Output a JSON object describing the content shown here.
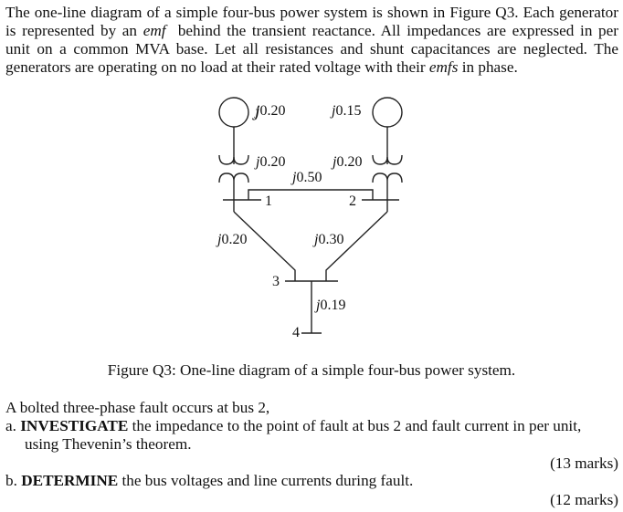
{
  "intro": {
    "lines": [
      "The one-line diagram of a simple four-bus power system is shown in Figure Q3. Each generator",
      "is represented by an",
      "emf",
      "behind the transient reactance. All impedances are expressed in per",
      "unit on a common MVA base. Let all resistances and shunt capacitances are neglected. The",
      "generators are operating on no load at their rated voltage with their",
      "emfs",
      "in phase."
    ]
  },
  "diagram": {
    "generators": [
      {
        "id": "G1",
        "bus": "1",
        "reactance": "j0.20",
        "transformer": "j0.20"
      },
      {
        "id": "G2",
        "bus": "2",
        "reactance": "j0.15",
        "transformer": "j0.20"
      }
    ],
    "buses": [
      "1",
      "2",
      "3",
      "4"
    ],
    "lines": [
      {
        "from": "1",
        "to": "2",
        "impedance": "j0.50"
      },
      {
        "from": "1",
        "to": "3",
        "impedance": "j0.20"
      },
      {
        "from": "2",
        "to": "3",
        "impedance": "j0.30"
      },
      {
        "from": "3",
        "to": "4",
        "impedance": "j0.19"
      }
    ],
    "labels": {
      "g1_x": "j0.20",
      "g2_x": "j0.15",
      "t1_x": "j0.20",
      "t2_x": "j0.20",
      "l12": "j0.50",
      "l13": "j0.20",
      "l23": "j0.30",
      "l34": "j0.19",
      "bus1": "1",
      "bus2": "2",
      "bus3": "3",
      "bus4": "4"
    }
  },
  "caption": "Figure Q3: One-line diagram of a simple four-bus power system.",
  "question": {
    "stem": "A bolted three-phase fault occurs at bus 2,",
    "parts": [
      {
        "letter": "a.",
        "keyword": "INVESTIGATE",
        "text_line1": "the impedance to the point of fault at bus 2 and fault current in per unit,",
        "text_line2": "using Thevenin’s theorem.",
        "marks": "(13 marks)"
      },
      {
        "letter": "b.",
        "keyword": "DETERMINE",
        "text_line1": "the bus voltages and line currents during fault.",
        "marks": "(12 marks)"
      }
    ]
  }
}
